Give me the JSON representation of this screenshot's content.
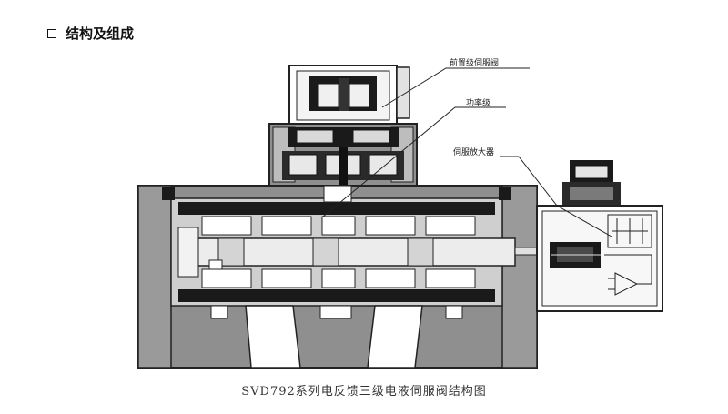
{
  "section": {
    "title": "结构及组成",
    "bullet_icon": "square-outline-icon"
  },
  "callouts": {
    "pilot_valve": "前置级伺服阀",
    "power_stage": "功率级",
    "servo_amplifier": "伺服放大器"
  },
  "caption": "SVD792系列电反馈三级电液伺服阀结构图",
  "colors": {
    "body_fill": "#8f8f8f",
    "dark": "#1a1a1a",
    "light": "#e6e6e6",
    "line": "#222222"
  }
}
